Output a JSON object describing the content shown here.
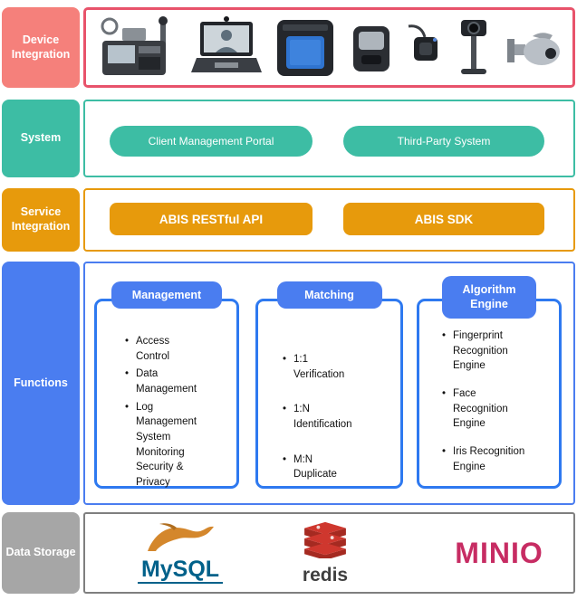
{
  "layers": {
    "device_integration": {
      "label": "Device Integration",
      "devices": [
        {
          "name": "portable-biometric-kit"
        },
        {
          "name": "face-capture-station"
        },
        {
          "name": "fingerprint-scanner"
        },
        {
          "name": "palm-fingerprint-reader"
        },
        {
          "name": "usb-fingerprint-dongle"
        },
        {
          "name": "desktop-camera"
        },
        {
          "name": "speed-dome-camera"
        }
      ]
    },
    "system": {
      "label": "System",
      "buttons": [
        "Client Management Portal",
        "Third-Party System"
      ]
    },
    "service_integration": {
      "label": "Service Integration",
      "buttons": [
        "ABIS  RESTful API",
        "ABIS  SDK"
      ]
    },
    "functions": {
      "label": "Functions",
      "columns": [
        {
          "title": "Management",
          "items": [
            "Access Control",
            "Data Management",
            "Log Management System Monitoring Security & Privacy"
          ]
        },
        {
          "title": "Matching",
          "items": [
            "1:1 Verification",
            "1:N Identification",
            "M:N Duplicate"
          ]
        },
        {
          "title": "Algorithm Engine",
          "items": [
            "Fingerprint Recognition Engine",
            "Face Recognition Engine",
            "Iris Recognition Engine"
          ]
        }
      ]
    },
    "data_storage": {
      "label": "Data Storage",
      "logos": [
        {
          "name": "mysql-logo",
          "text": "MySQL"
        },
        {
          "name": "redis-logo",
          "text": "redis"
        },
        {
          "name": "minio-logo",
          "text": "MINIO"
        }
      ]
    }
  },
  "colors": {
    "device_label": "#F5807B",
    "device_border": "#E8536B",
    "system": "#3DBDA4",
    "service": "#E79A0C",
    "functions": "#4A7DF0",
    "functions_inner": "#2E79F0",
    "storage_label": "#A6A6A6",
    "storage_border": "#7F7F7F",
    "mysql_blue": "#00618A",
    "mysql_orange": "#D4872C",
    "redis_red": "#CF372E",
    "redis_dark": "#A52A21",
    "redis_text": "#3F3F3F",
    "minio_pink": "#C72C63"
  }
}
